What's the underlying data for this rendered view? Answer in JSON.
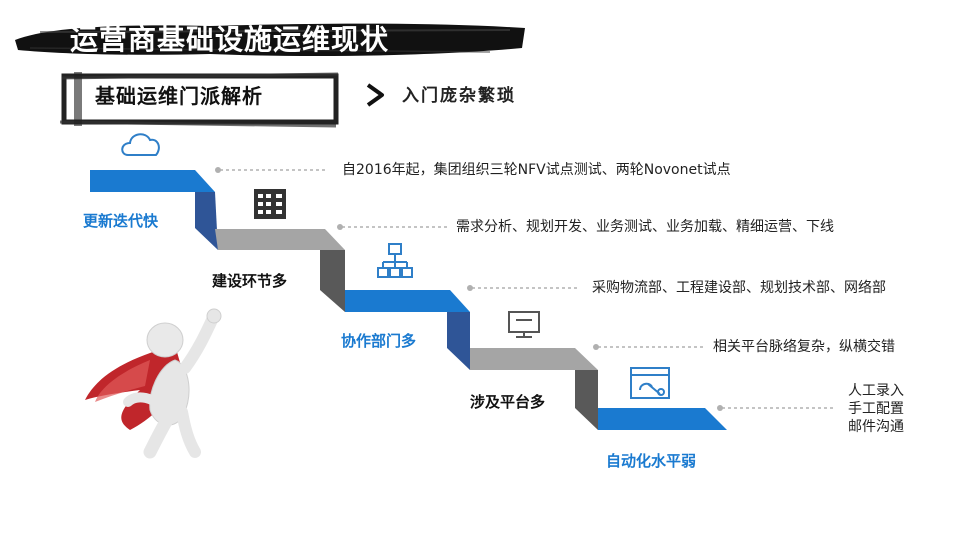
{
  "title": "运营商基础设施运维现状",
  "subtitle": "基础运维门派解析",
  "subtitle_right": "入门庞杂繁琐",
  "steps": [
    {
      "label": "更新迭代快",
      "color": "blue",
      "icon": "cloud-icon",
      "desc": "自2016年起，集团组织三轮NFV试点测试、两轮Novonet试点"
    },
    {
      "label": "建设环节多",
      "color": "dark",
      "icon": "building-icon",
      "desc": "需求分析、规划开发、业务测试、业务加载、精细运营、下线"
    },
    {
      "label": "协作部门多",
      "color": "blue",
      "icon": "org-chart-icon",
      "desc": "采购物流部、工程建设部、规划技术部、网络部"
    },
    {
      "label": "涉及平台多",
      "color": "dark",
      "icon": "monitor-icon",
      "desc": "相关平台脉络复杂，纵横交错"
    },
    {
      "label": "自动化水平弱",
      "color": "blue",
      "icon": "settings-window-icon",
      "desc_lines": [
        "人工录入",
        "手工配置",
        "邮件沟通"
      ]
    }
  ],
  "colors": {
    "blue": "#1a7ad0",
    "gray": "#a5a5a5",
    "navy": "#2f5597",
    "darkgray": "#595959"
  }
}
